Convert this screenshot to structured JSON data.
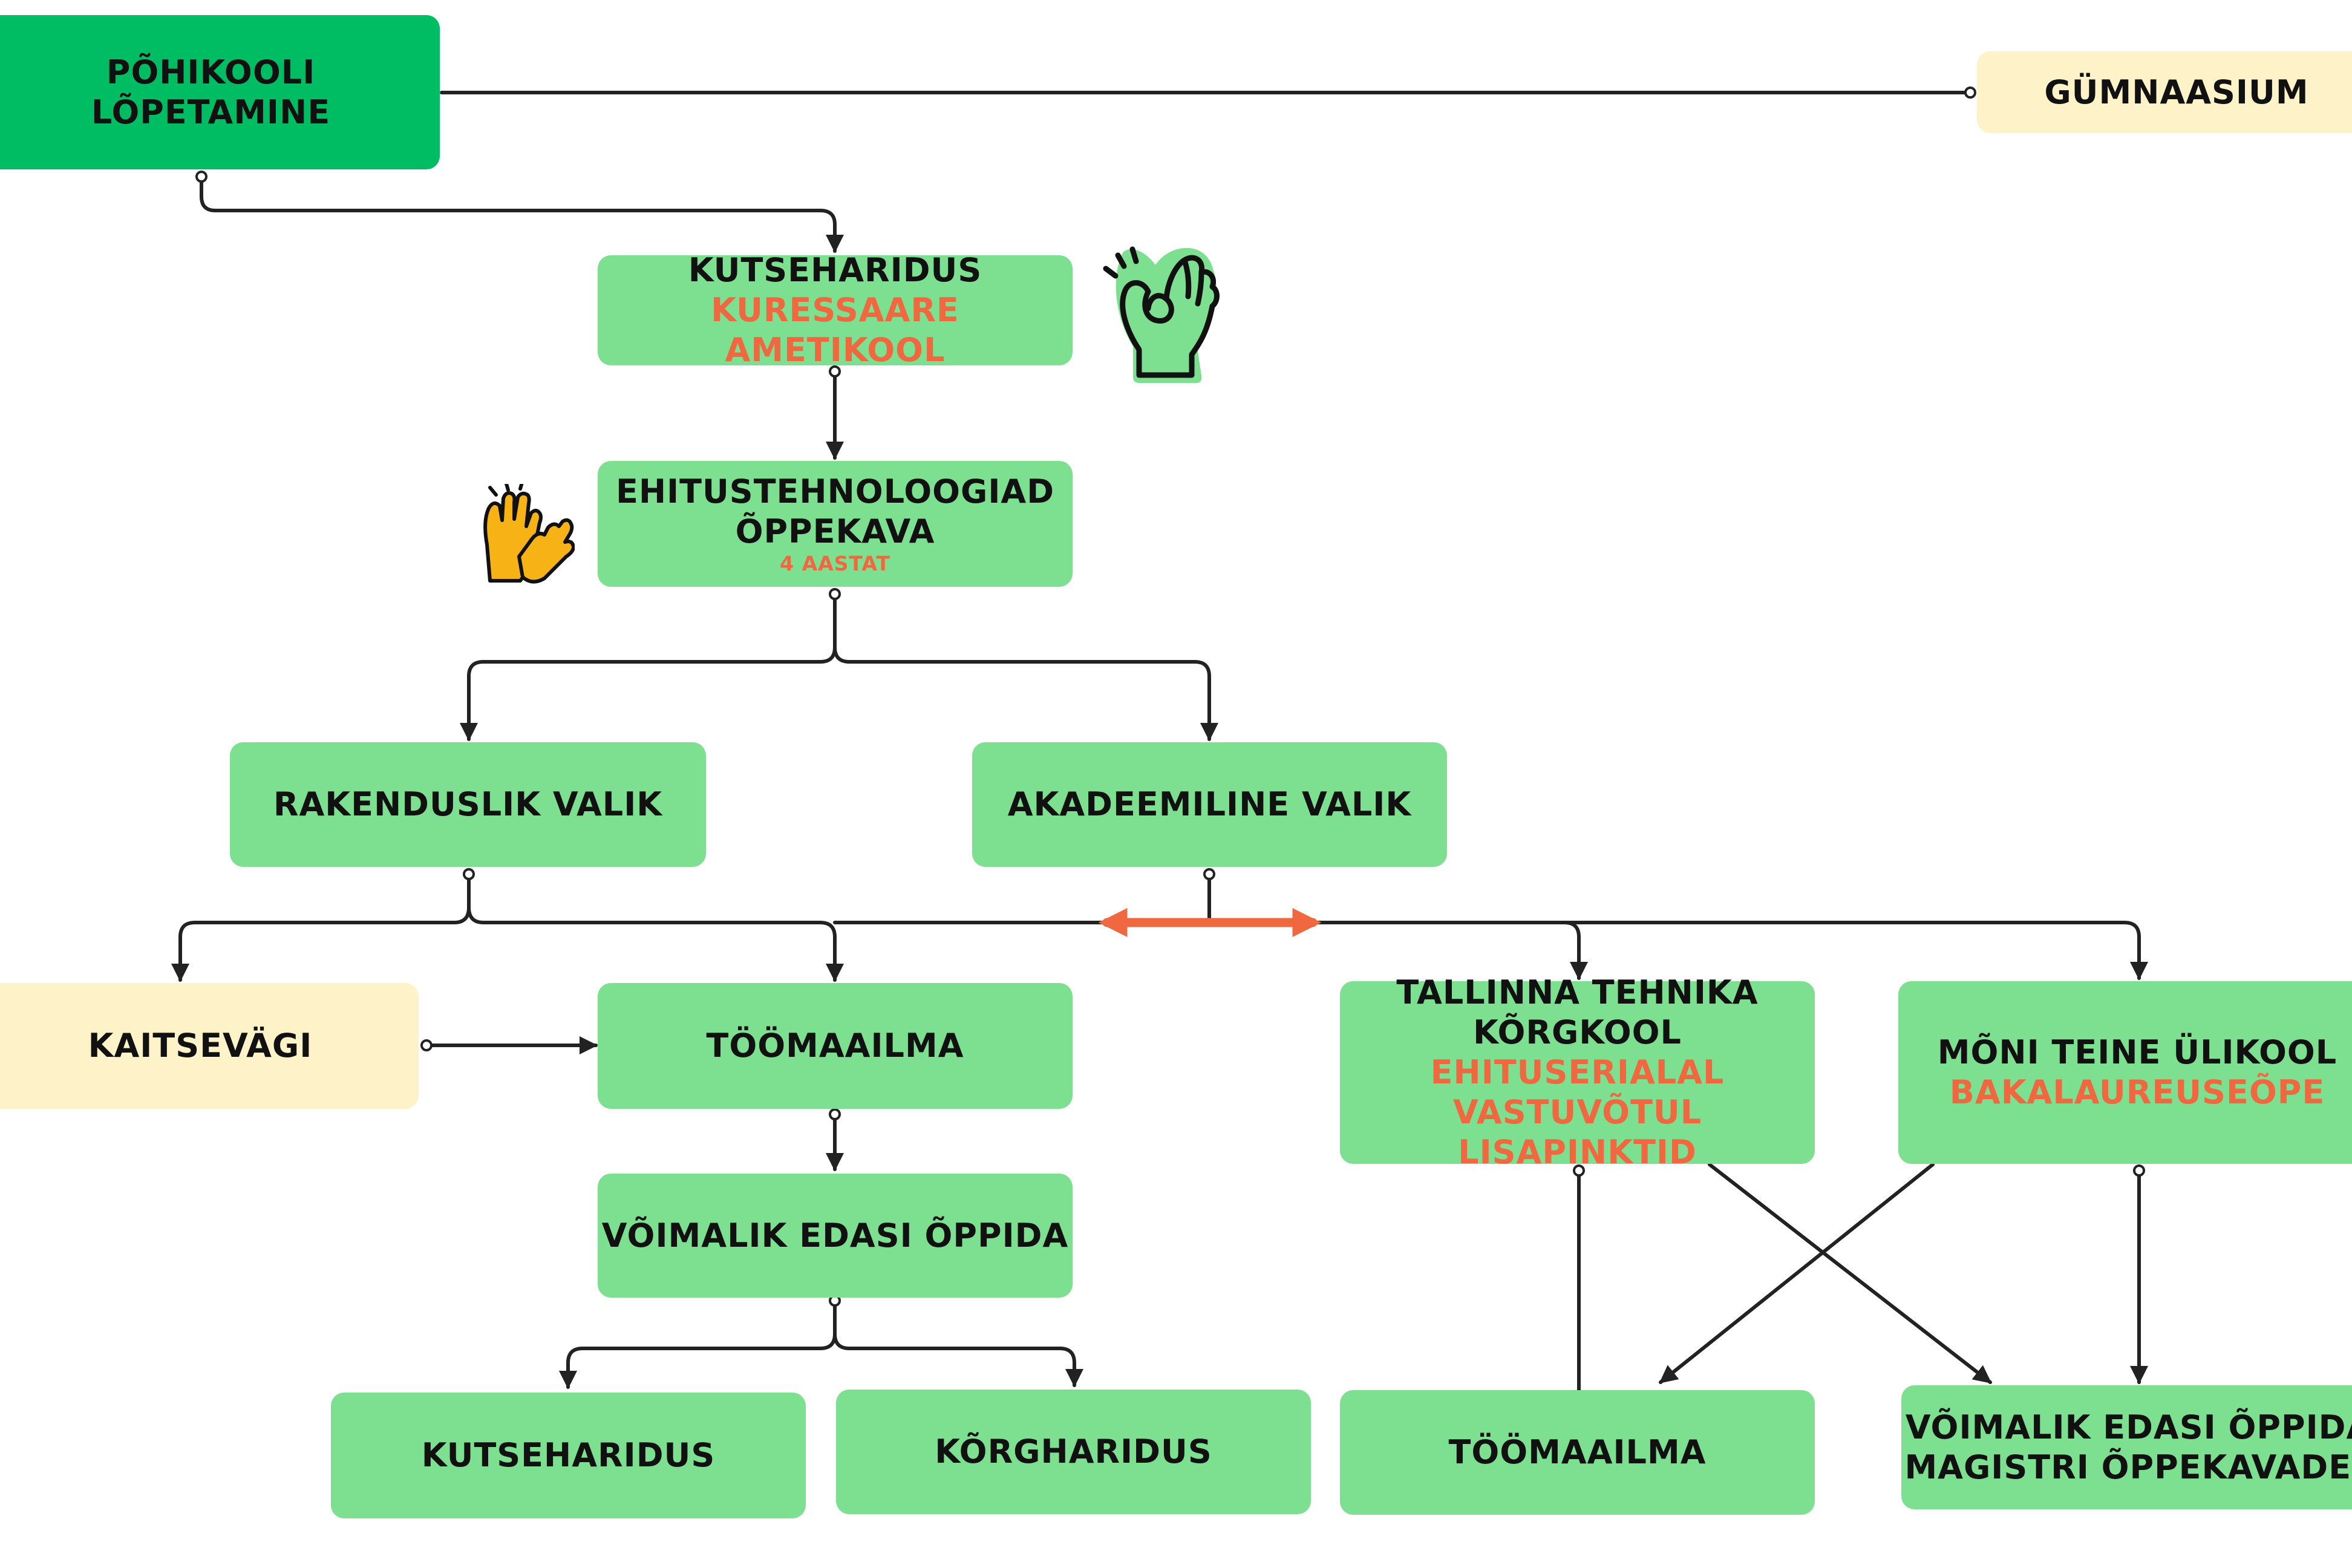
{
  "colors": {
    "node_green": "#7ddf90",
    "node_dark_green": "#00bd63",
    "node_yellow": "#fdf2c8",
    "accent_orange": "#f0683f",
    "connector": "#222222",
    "icon_green": "#00a84f",
    "icon_yellow": "#f7b316"
  },
  "icons": {
    "ok_hand": "ok-hand-icon",
    "high_five": "high-five-icon"
  },
  "nodes": {
    "pohikool": {
      "title": "PÕHIKOOLI LÕPETAMINE"
    },
    "gymnaasium": {
      "title": "GÜMNAASIUM"
    },
    "kutseharidus_top": {
      "title": "KUTSEHARIDUS",
      "subtitle": "KURESSAARE AMETIKOOL"
    },
    "ehitus": {
      "line1": "EHITUSTEHNOLOOGIAD",
      "line2": "ÕPPEKAVA",
      "note": "4 AASTAT"
    },
    "rakenduslik": {
      "title": "RAKENDUSLIK VALIK"
    },
    "akadeemiline": {
      "title": "AKADEEMILINE VALIK"
    },
    "kaitsevagi": {
      "title": "KAITSEVÄGI"
    },
    "toomaailm_left": {
      "title": "TÖÖMAAILMA"
    },
    "tallinna": {
      "line1": "TALLINNA TEHNIKA",
      "line2": "KÕRGKOOL",
      "sub1": "EHITUSERIALAL",
      "sub2": "VASTUVÕTUL LISAPINKTID"
    },
    "moni_teine": {
      "line1": "MÕNI TEINE ÜLIKOOL",
      "sub1": "BAKALAUREUSEÕPE"
    },
    "voimalik_left": {
      "title": "VÕIMALIK EDASI ÕPPIDA"
    },
    "kutseharidus_bottom": {
      "title": "KUTSEHARIDUS"
    },
    "korgharidus": {
      "title": "KÕRGHARIDUS"
    },
    "toomaailm_right": {
      "title": "TÖÖMAAILMA"
    },
    "voimalik_right": {
      "line1": "VÕIMALIK EDASI ÕPPIDA",
      "line2": "MAGISTRI ÕPPEKAVADEL"
    }
  }
}
